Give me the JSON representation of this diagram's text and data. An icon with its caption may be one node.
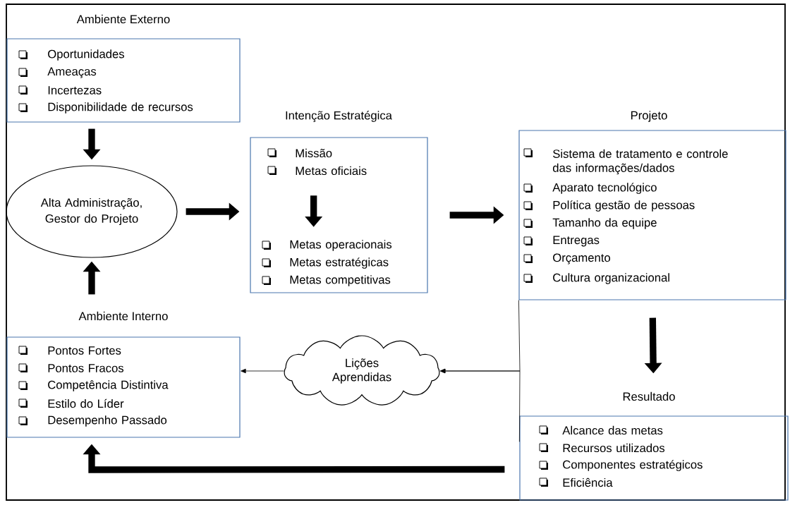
{
  "diagram": {
    "nodes": [
      {
        "text": [
          "Ambiente Externo",
          "Oportunidades",
          "Ameaças",
          "Incertezas",
          "Disponibilidade de recursos"
        ]
      },
      {
        "text": [
          "Alta Administração, Gestor do Projeto"
        ]
      },
      {
        "text": [
          "Intenção Estratégica"
        ]
      },
      {
        "text": [
          "Missão",
          "Metas oficiais"
        ],
        "in": 2
      },
      {
        "text": [
          "Metas operacionais",
          "Metas estratégicas",
          "Metas competitivas"
        ],
        "in": 2
      },
      {
        "text": [
          "Projeto",
          "Sistema de tratamento e controle das informações/dados",
          "Aparato tecnológico",
          "Política gestão de pessoas",
          "Tamanho da equipe",
          "Entregas",
          "Orçamento",
          "Cultura organizacional"
        ]
      },
      {
        "text": [
          "Resultado",
          "Alcance das metas",
          "Recursos utilizados",
          "Componentes estratégicos",
          "Eficiência"
        ]
      },
      {
        "text": [
          "Lições Aprendidas"
        ]
      },
      {
        "text": [
          "Ambiente Interno",
          "Pontos Fortes",
          "Pontos Fracos",
          "Competência Distintiva",
          "Estilo do Líder",
          "Desempenho Passado"
        ]
      }
    ],
    "edges": [
      {
        "from": 0,
        "to": 1,
        "arrow": "to"
      },
      {
        "from": 8,
        "to": 1,
        "arrow": "to"
      },
      {
        "from": 1,
        "to": 2,
        "arrow": "to"
      },
      {
        "from": 3,
        "to": 4,
        "arrow": "to"
      },
      {
        "from": 2,
        "to": 5,
        "arrow": "to"
      },
      {
        "from": 5,
        "to": 6,
        "arrow": "to"
      },
      {
        "from": 5,
        "to": 7,
        "arrow": "to"
      },
      {
        "from": 6,
        "to": 7,
        "arrow": "to"
      },
      {
        "from": 7,
        "to": 8,
        "arrow": "to"
      },
      {
        "from": 6,
        "to": 8,
        "arrow": "to"
      }
    ]
  }
}
